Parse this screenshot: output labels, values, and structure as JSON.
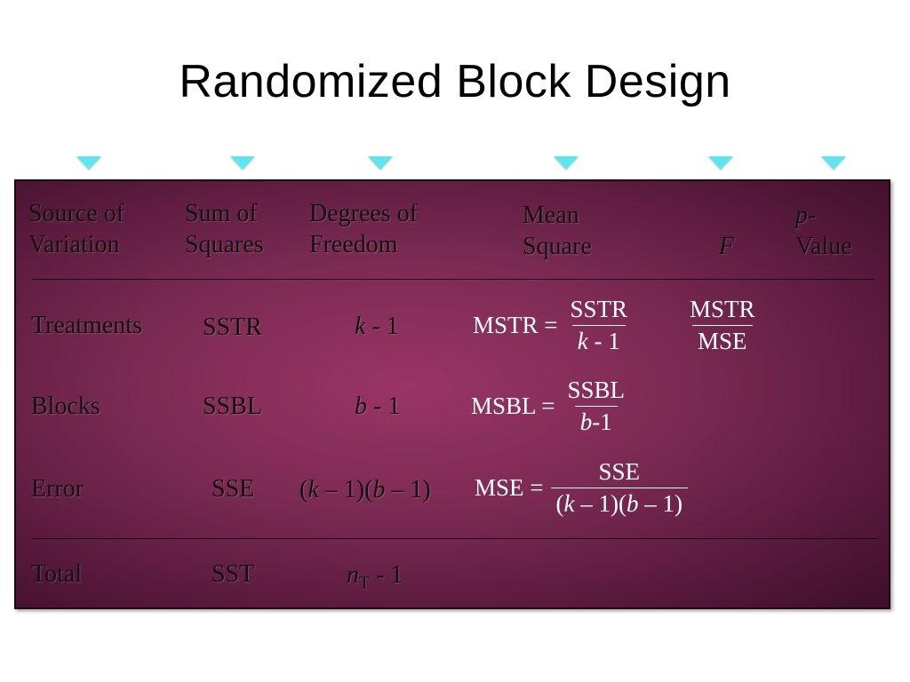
{
  "slide": {
    "title": "Randomized Block Design"
  },
  "colors": {
    "marker": "#5ee6ee",
    "panel": "#7a2a52",
    "text": "#111111"
  },
  "table": {
    "headers": {
      "source": [
        "Source of",
        "Variation"
      ],
      "ss": [
        "Sum of",
        "Squares"
      ],
      "df": [
        "Degrees of",
        "Freedom"
      ],
      "ms": [
        "Mean",
        "Square"
      ],
      "f": "F",
      "p": [
        "p-",
        "Value"
      ]
    },
    "rows": [
      {
        "source": "Treatments",
        "ss": "SSTR",
        "df": {
          "var": "k",
          "rest": " - 1"
        },
        "ms": {
          "lhs": "MSTR =",
          "num": "SSTR",
          "den_var": "k",
          "den_rest": " - 1"
        },
        "f": {
          "num": "MSTR",
          "den": "MSE"
        }
      },
      {
        "source": "Blocks",
        "ss": "SSBL",
        "df": {
          "var": "b",
          "rest": " - 1"
        },
        "ms": {
          "lhs": "MSBL =",
          "num": "SSBL",
          "den_var": "b",
          "den_rest": "-1"
        }
      },
      {
        "source": "Error",
        "ss": "SSE",
        "df": {
          "p1": "(",
          "v1": "k",
          "p2": " – 1)(",
          "v2": "b",
          "p3": " – 1)"
        },
        "ms": {
          "lhs": "MSE =",
          "num": "SSE",
          "p1": "(",
          "v1": "k",
          "p2": " – 1)(",
          "v2": "b",
          "p3": " – 1)"
        }
      },
      {
        "source": "Total",
        "ss": "SST",
        "df": {
          "var": "n",
          "sub": "T",
          "rest": " - 1"
        }
      }
    ]
  }
}
